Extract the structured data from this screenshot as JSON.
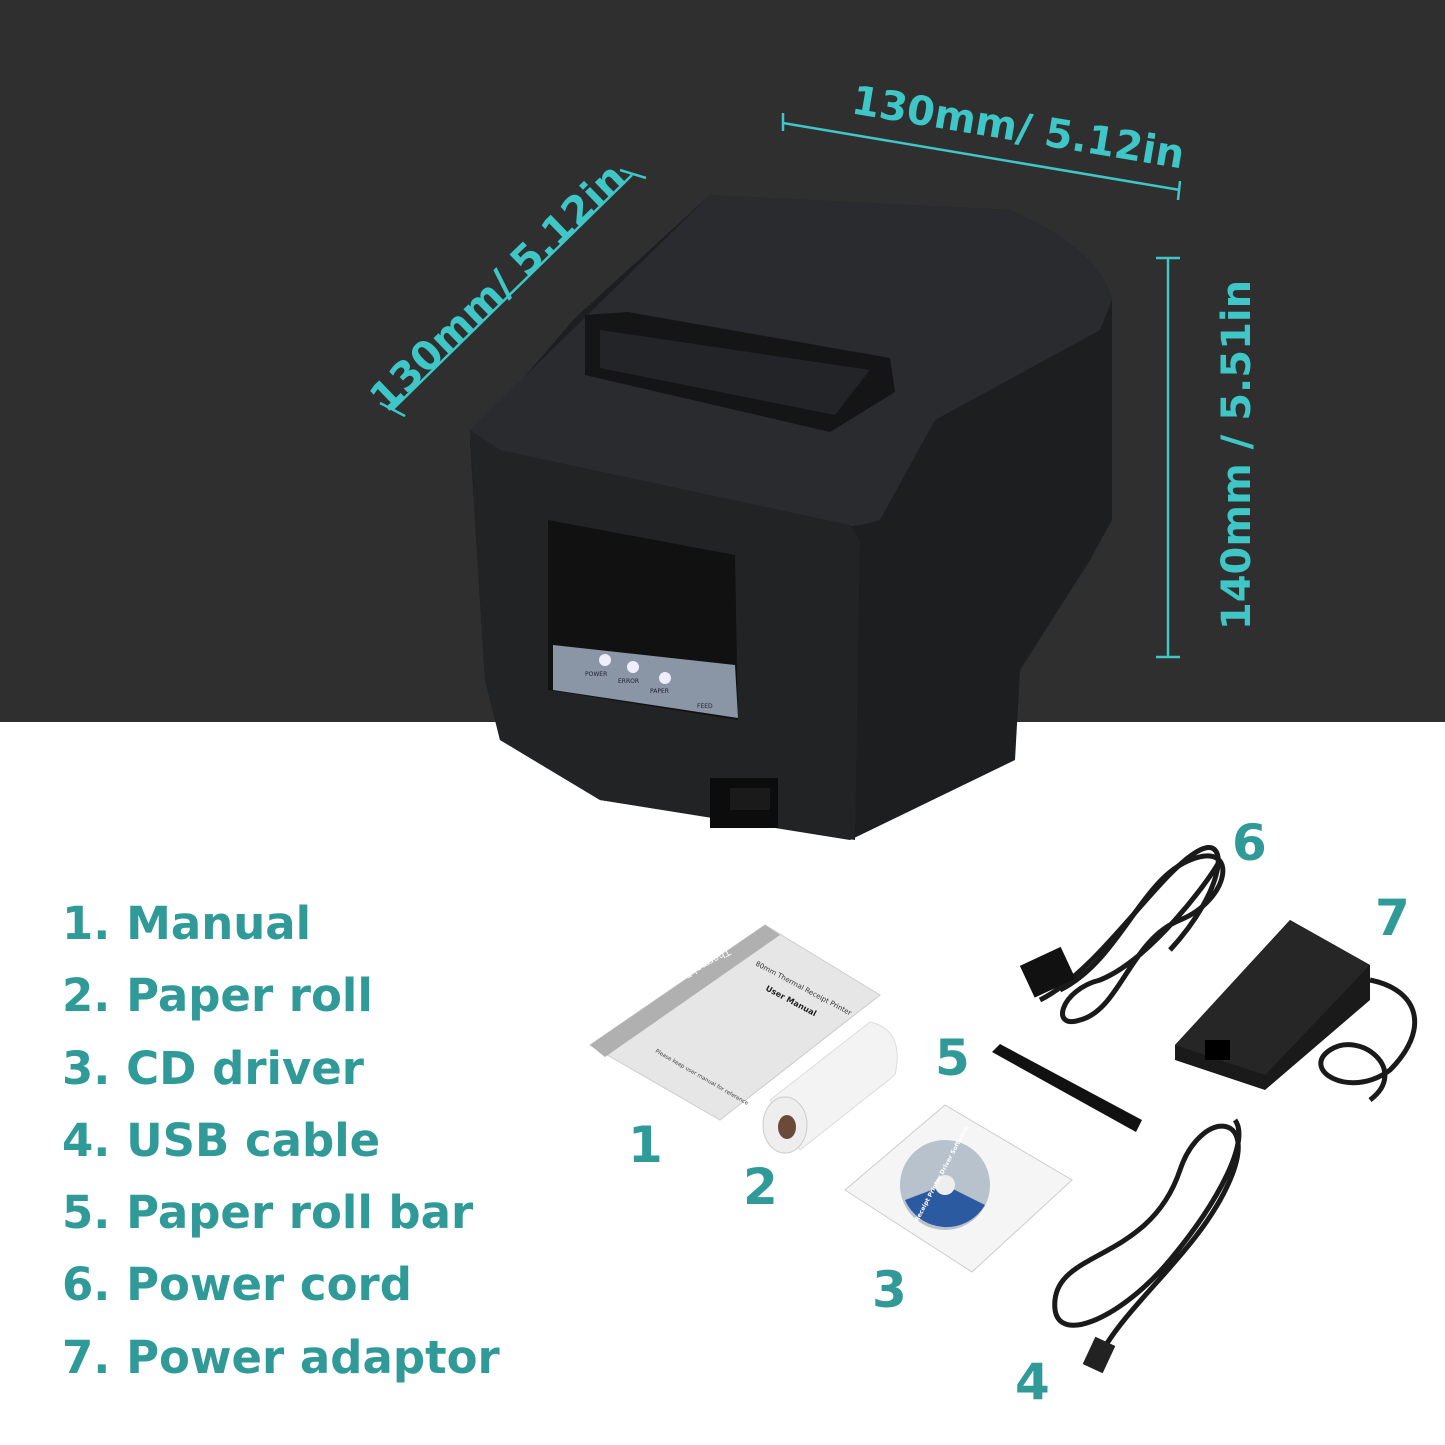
{
  "product_photo": {
    "panel_labels": [
      "POWER",
      "ERROR",
      "PAPER",
      "FEED"
    ],
    "manual_cover": {
      "spine": "Thermal Receipt Printer",
      "title": "80mm Thermal Receipt Printer",
      "subtitle": "User Manual",
      "footer": "Please keep user manual for reference"
    },
    "cd_label": "Receipt Printer Driver Software"
  },
  "dimensions": {
    "width": "130mm/ 5.12in",
    "depth": "130mm/ 5.12in",
    "height": "140mm / 5.51in"
  },
  "accessories_list": [
    "1. Manual",
    "2. Paper roll",
    "3. CD driver",
    "4. USB cable",
    "5. Paper roll bar",
    "6. Power cord",
    "7. Power adaptor"
  ],
  "item_numbers": [
    "1",
    "2",
    "3",
    "4",
    "5",
    "6",
    "7"
  ],
  "colors": {
    "accent_dimension": "#3fc6c6",
    "accent_list": "#2f9a98",
    "background_top": "#2f2f2f"
  }
}
